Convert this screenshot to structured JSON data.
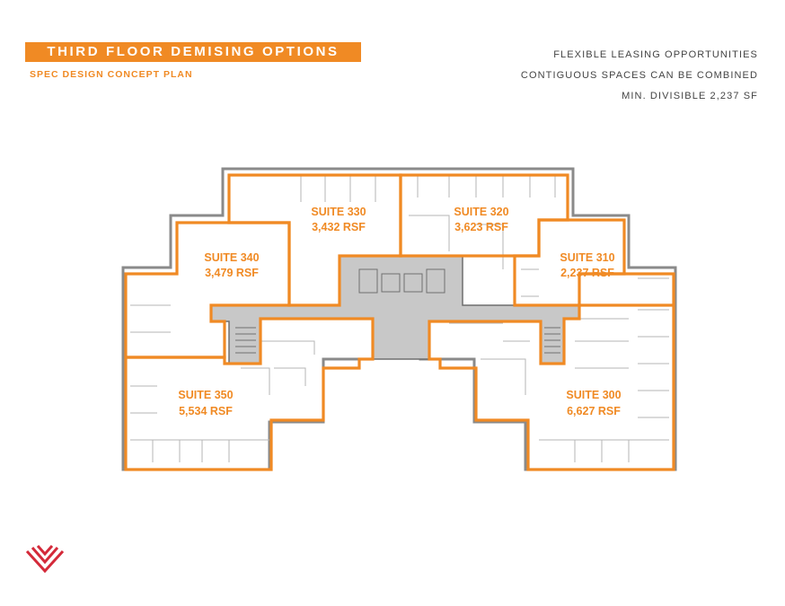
{
  "header": {
    "title": "THIRD FLOOR DEMISING OPTIONS",
    "subtitle": "SPEC DESIGN CONCEPT PLAN"
  },
  "notes": [
    "FLEXIBLE LEASING OPPORTUNITIES",
    "CONTIGUOUS SPACES CAN BE COMBINED",
    "MIN. DIVISIBLE 2,237 SF"
  ],
  "suites": [
    {
      "name": "SUITE 330",
      "area": "3,432 RSF"
    },
    {
      "name": "SUITE 320",
      "area": "3,623 RSF"
    },
    {
      "name": "SUITE 340",
      "area": "3,479 RSF"
    },
    {
      "name": "SUITE 310",
      "area": "2,237 RSF"
    },
    {
      "name": "SUITE 350",
      "area": "5,534 RSF"
    },
    {
      "name": "SUITE 300",
      "area": "6,627 RSF"
    }
  ],
  "colors": {
    "accent": "#f08a24",
    "core": "#c8c8c8",
    "walls": "#8a8a8a",
    "logo": "#d42a3a"
  },
  "logo": {
    "icon": "chevron-logo-icon"
  }
}
